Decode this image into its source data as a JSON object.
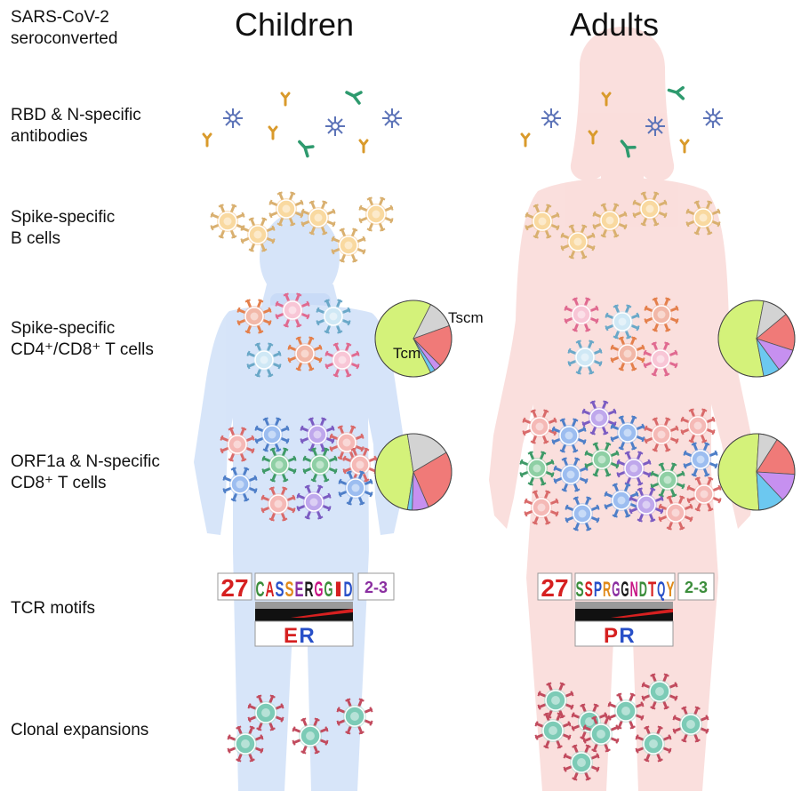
{
  "columns": {
    "children": "Children",
    "adults": "Adults"
  },
  "rows": {
    "seroconverted": [
      "SARS-CoV-2",
      "seroconverted"
    ],
    "antibodies": [
      "RBD & N-specific",
      "antibodies"
    ],
    "bcells": [
      "Spike-specific",
      "B cells"
    ],
    "cd4cd8": [
      "Spike-specific",
      "CD4⁺/CD8⁺ T cells"
    ],
    "orf1a": [
      "ORF1a & N-specific",
      "CD8⁺ T cells"
    ],
    "tcr": [
      "TCR motifs"
    ],
    "clonal": [
      "Clonal expansions"
    ]
  },
  "pie_labels": {
    "tscm": "Tscm",
    "tcm": "Tcm"
  },
  "tcr_motifs": {
    "children": {
      "v_gene": "27",
      "cdr3": "CASSERGGID",
      "j_gene": "2-3",
      "lower": "ER"
    },
    "adults": {
      "v_gene": "27",
      "cdr3": "SSPRGGNDTQY",
      "j_gene": "2-3",
      "lower": "PR"
    }
  },
  "colors": {
    "child_silhouette": "#c9dcf7",
    "adult_silhouette": "#f9d7d4",
    "tcm": "#d4f27a",
    "tscm": "#f07a78",
    "grey": "#d3d3d3",
    "purple": "#c690f0",
    "blue": "#6cc8f0",
    "antibody_gold": "#d99a2b",
    "antibody_green": "#2e9a6e",
    "virus": "#5d74b8"
  },
  "chart_data": [
    {
      "type": "pie",
      "panel": "Children – Spike-specific CD4⁺/CD8⁺ T cells",
      "labels": [
        "Tcm",
        "grey",
        "Tscm",
        "purple",
        "blue"
      ],
      "values": [
        65,
        12,
        18,
        3,
        2
      ]
    },
    {
      "type": "pie",
      "panel": "Adults – Spike-specific CD4⁺/CD8⁺ T cells",
      "labels": [
        "Tcm",
        "grey",
        "Tscm",
        "purple",
        "blue"
      ],
      "values": [
        56,
        11,
        16,
        10,
        7
      ]
    },
    {
      "type": "pie",
      "panel": "Children – ORF1a & N-specific CD8⁺ T cells",
      "labels": [
        "Tcm",
        "grey",
        "Tscm",
        "purple",
        "blue"
      ],
      "values": [
        45,
        19,
        27,
        7,
        2
      ]
    },
    {
      "type": "pie",
      "panel": "Adults – ORF1a & N-specific CD8⁺ T cells",
      "labels": [
        "Tcm",
        "grey",
        "Tscm",
        "purple",
        "blue"
      ],
      "values": [
        52,
        8,
        17,
        12,
        11
      ]
    }
  ]
}
